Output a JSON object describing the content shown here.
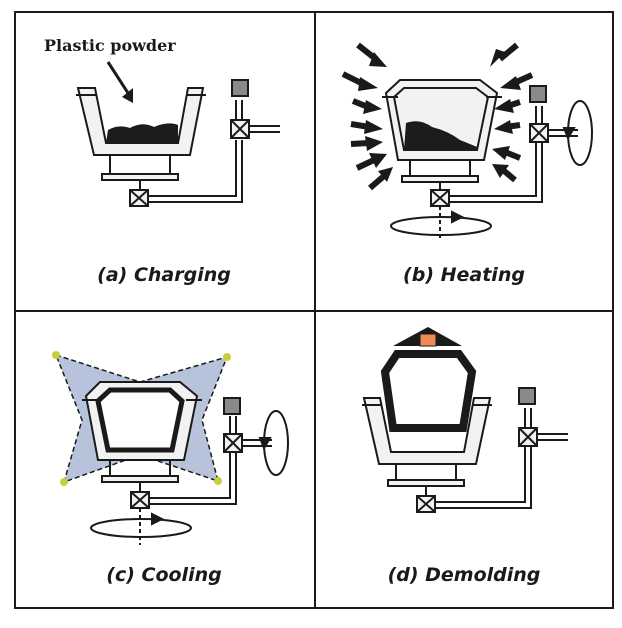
{
  "panels": [
    {
      "id": "a",
      "caption": "(a) Charging",
      "annotation": "Plastic powder"
    },
    {
      "id": "b",
      "caption": "(b) Heating"
    },
    {
      "id": "c",
      "caption": "(c) Cooling"
    },
    {
      "id": "d",
      "caption": "(d) Demolding"
    }
  ],
  "colors": {
    "line": "#1a1a1a",
    "metal_fill": "#f2f2f2",
    "powder": "#1c1c1c",
    "cooling_air": "#b6c3da",
    "cooling_nozzle": "#c9cf3a",
    "part_tab": "#ee8a55",
    "valve_top": "#8a8a8a"
  }
}
